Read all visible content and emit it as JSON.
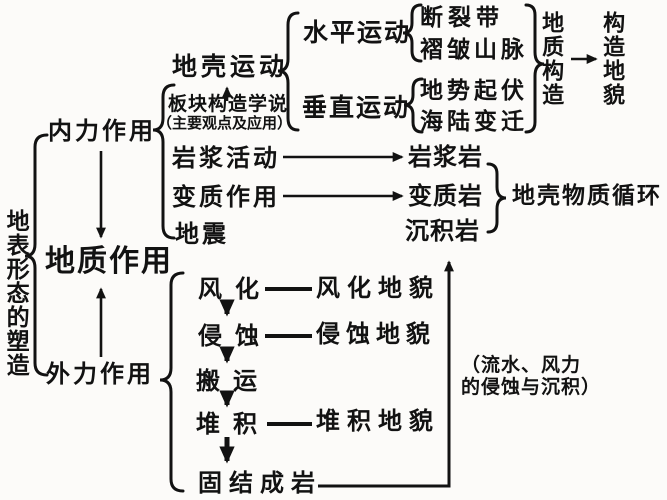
{
  "diagram": {
    "root": "地表形态的塑造",
    "core": {
      "internal_force": "内力作用",
      "geological_action": "地质作用",
      "external_force": "外力作用"
    },
    "internal_branch": {
      "crustal_movement": "地壳运动",
      "plate_tectonics_theory": "板块构造学说",
      "plate_tectonics_note": "（主要观点及应用）",
      "horizontal_movement": "水平运动",
      "vertical_movement": "垂直运动",
      "fault_zone": "断裂带",
      "fold_mountains": "褶皱山脉",
      "terrain_relief": "地势起伏",
      "sea_land_changes": "海陆变迁",
      "geological_structure": "地质构造",
      "structural_landform": "构造地貌",
      "magmatic_activity": "岩浆活动",
      "metamorphism": "变质作用",
      "earthquake": "地震",
      "igneous_rock": "岩浆岩",
      "metamorphic_rock": "变质岩",
      "sedimentary_rock": "沉积岩",
      "crustal_material_cycle": "地壳物质循环"
    },
    "external_branch": {
      "weathering": "风化",
      "weathering_landform": "风化地貌",
      "erosion": "侵蚀",
      "erosion_landform": "侵蚀地貌",
      "transport": "搬运",
      "deposition": "堆积",
      "deposition_landform": "堆积地貌",
      "consolidation": "固结成岩",
      "annotation_line1": "（流水、风力",
      "annotation_line2": "的侵蚀与沉积）"
    },
    "colors": {
      "ink": "#121212",
      "background": "#fcfbf9"
    }
  }
}
